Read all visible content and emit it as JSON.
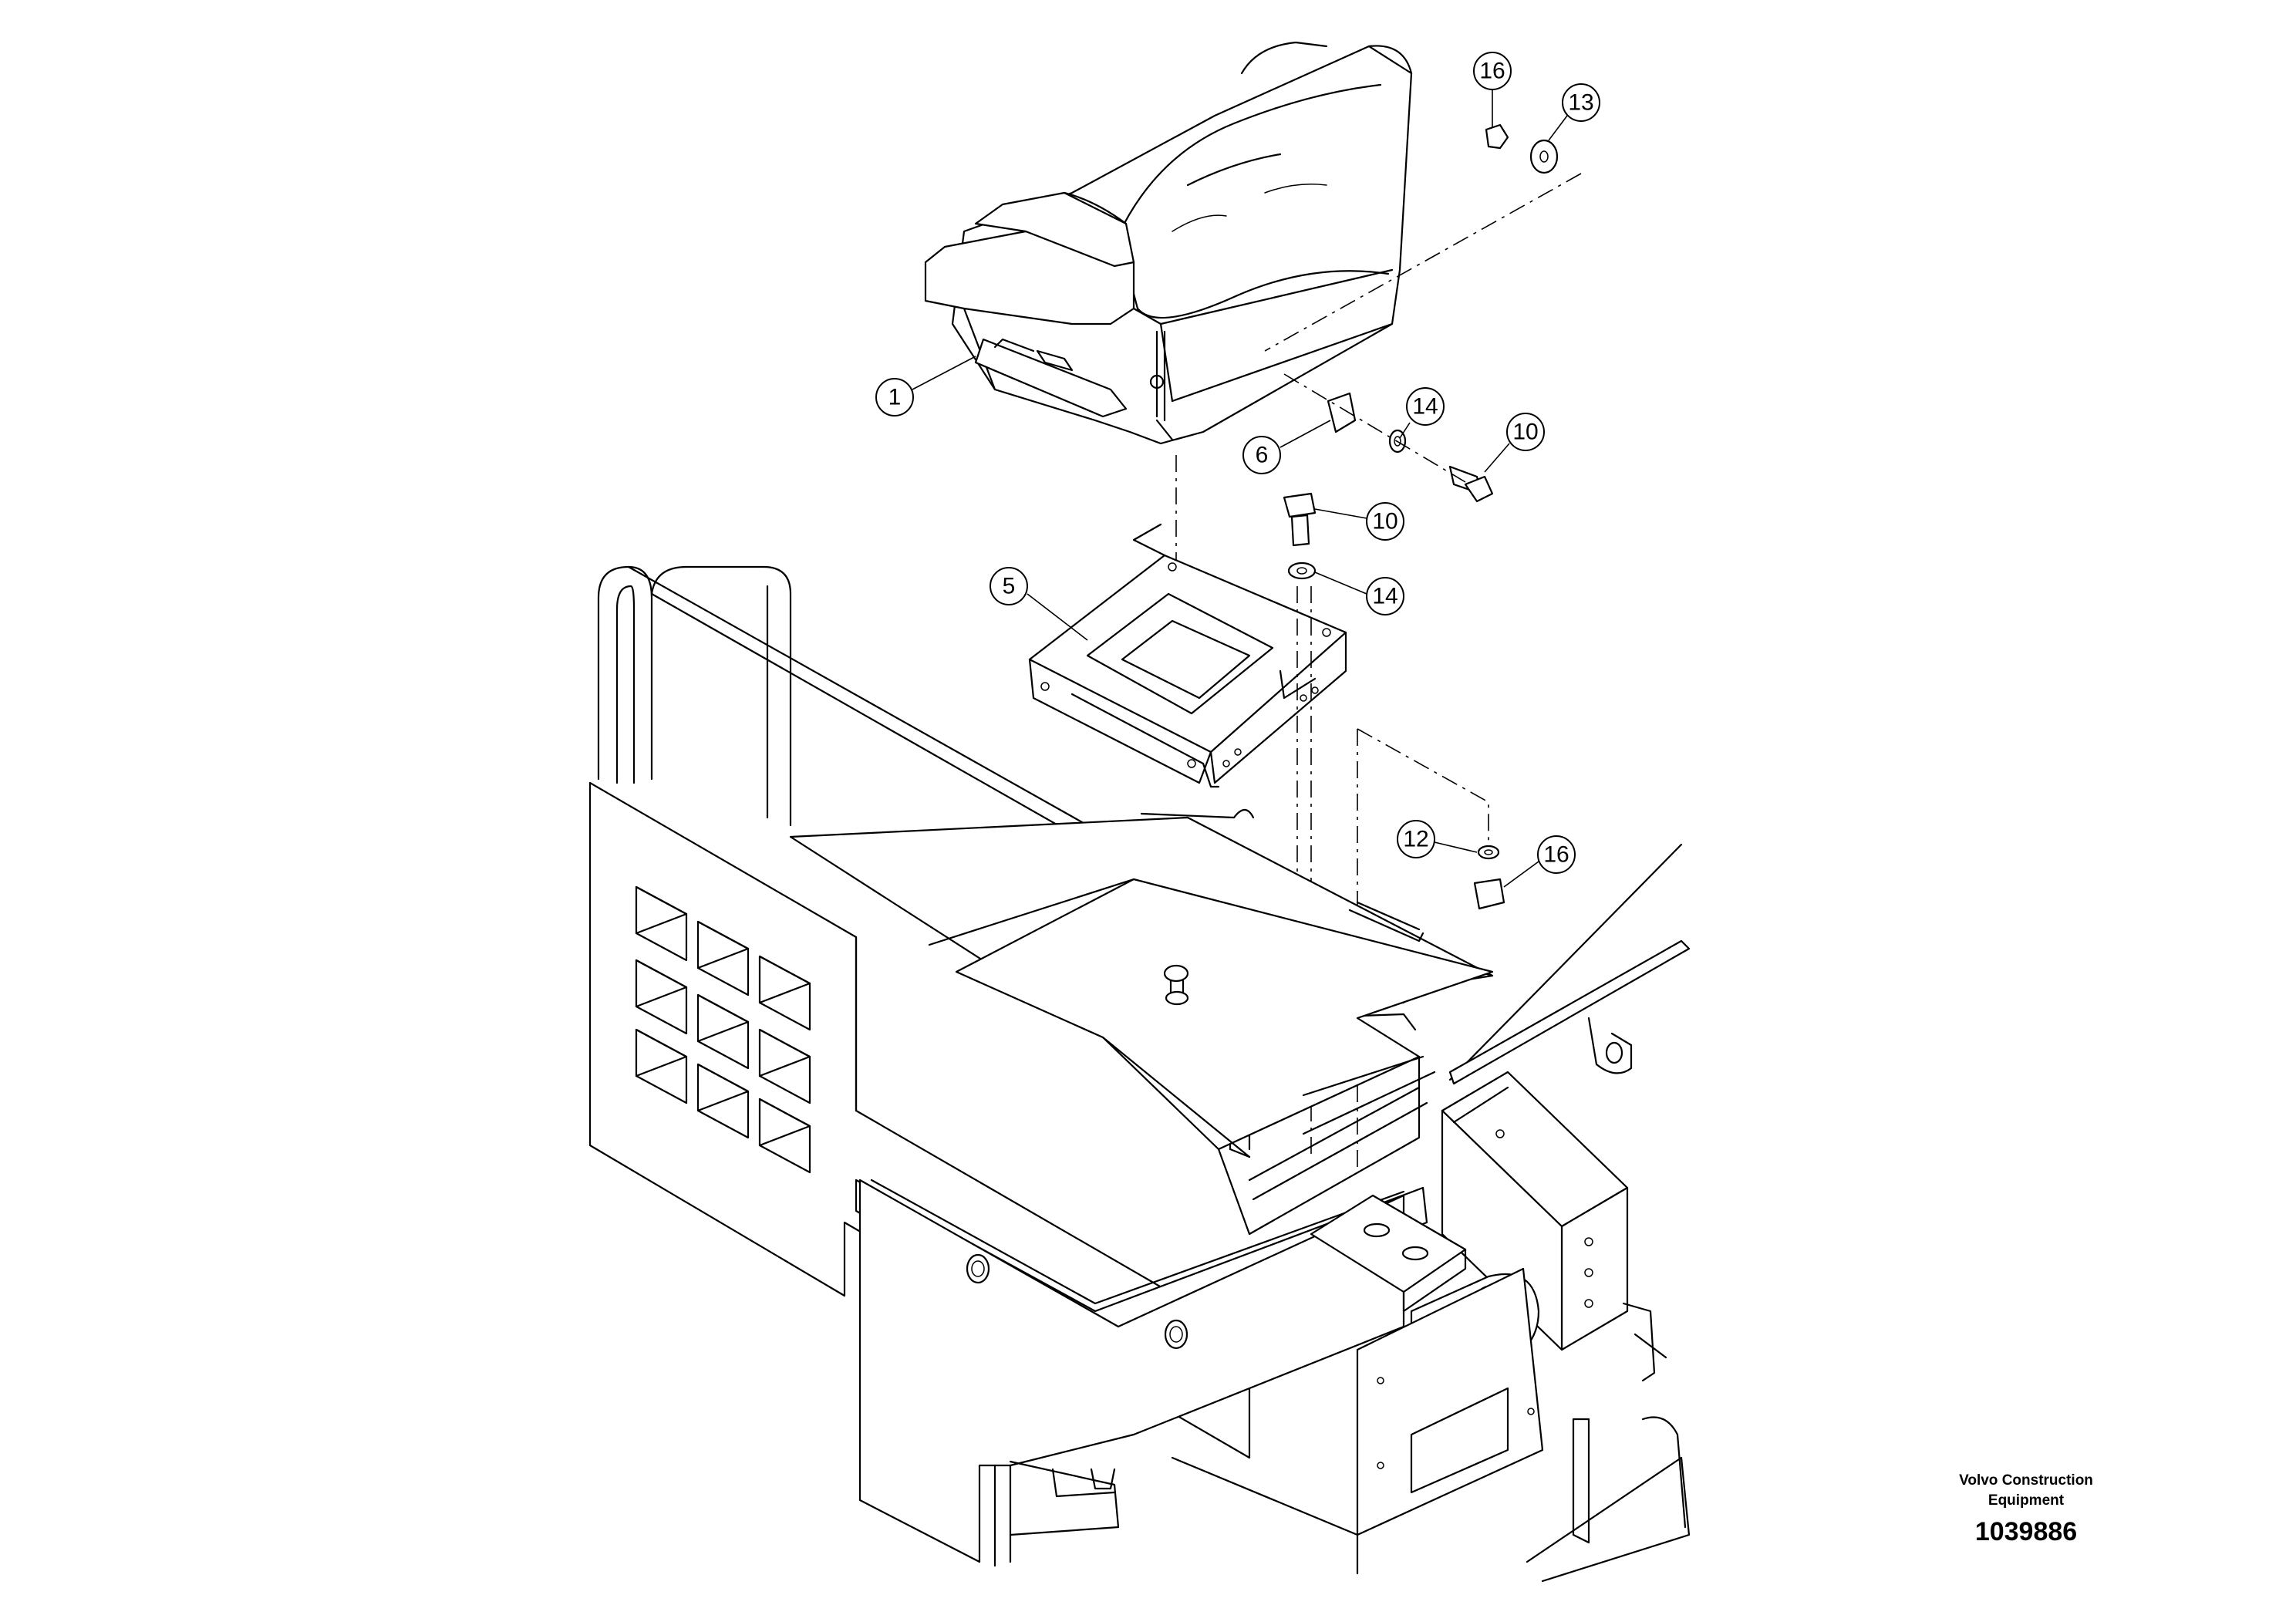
{
  "figure": {
    "company_line1": "Volvo Construction",
    "company_line2": "Equipment",
    "drawing_number": "1039886"
  },
  "callouts": [
    {
      "id": "c1",
      "label": "1"
    },
    {
      "id": "c6",
      "label": "6"
    },
    {
      "id": "c14a",
      "label": "14"
    },
    {
      "id": "c10a",
      "label": "10"
    },
    {
      "id": "c16a",
      "label": "16"
    },
    {
      "id": "c13",
      "label": "13"
    },
    {
      "id": "c10b",
      "label": "10"
    },
    {
      "id": "c14b",
      "label": "14"
    },
    {
      "id": "c5",
      "label": "5"
    },
    {
      "id": "c12",
      "label": "12"
    },
    {
      "id": "c16b",
      "label": "16"
    }
  ]
}
